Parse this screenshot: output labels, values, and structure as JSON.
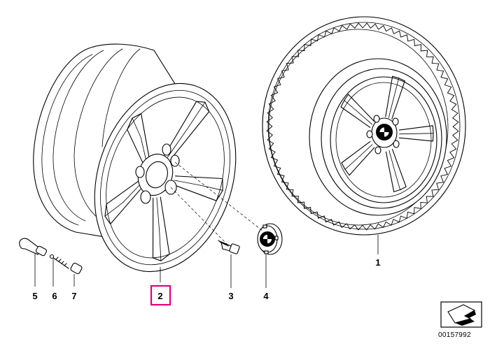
{
  "callouts": {
    "c1": "1",
    "c2": "2",
    "c3": "3",
    "c4": "4",
    "c5": "5",
    "c6": "6",
    "c7": "7"
  },
  "highlight": {
    "color": "#e6007e",
    "item": "2"
  },
  "doc_number": "00157992",
  "icons": {
    "wheel": "alloy-wheel-rim-icon",
    "tire": "complete-wheel-tire-icon",
    "bolt": "wheel-bolt-icon",
    "cap": "hub-cap-emblem-icon",
    "valve": "tire-valve-icon",
    "core": "valve-core-icon",
    "vcap": "valve-cap-icon",
    "arrow": "navigation-arrow-icon"
  }
}
